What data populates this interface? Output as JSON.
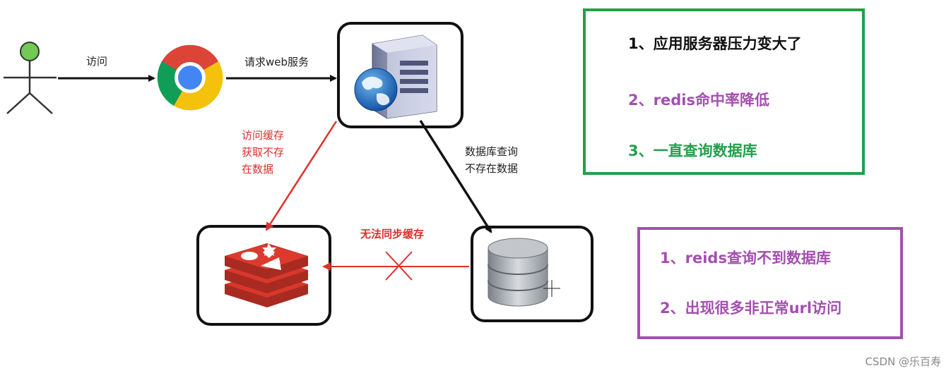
{
  "edges": {
    "visit": "访问",
    "request_web": "请求web服务",
    "cache_miss": [
      "访问缓存",
      "获取不存",
      "在数据"
    ],
    "db_query": [
      "数据库查询",
      "不存在数据"
    ],
    "sync_fail": "无法同步缓存"
  },
  "green_box": {
    "items": [
      "1、应用服务器压力变大了",
      "2、redis命中率降低",
      "3、一直查询数据库"
    ],
    "colors": [
      "#111111",
      "#a44fb0",
      "#22a04b"
    ]
  },
  "purple_box": {
    "items": [
      "1、reids查询不到数据库",
      "2、出现很多非正常url访问"
    ],
    "color": "#a44fb0"
  },
  "watermark": "CSDN @乐百寿",
  "colors": {
    "arrow_black": "#111111",
    "arrow_red": "#e0302a",
    "border_green": "#22a04b",
    "border_purple": "#a44fb0"
  },
  "icons": [
    "user-icon",
    "chrome-icon",
    "server-icon",
    "redis-icon",
    "database-icon"
  ]
}
